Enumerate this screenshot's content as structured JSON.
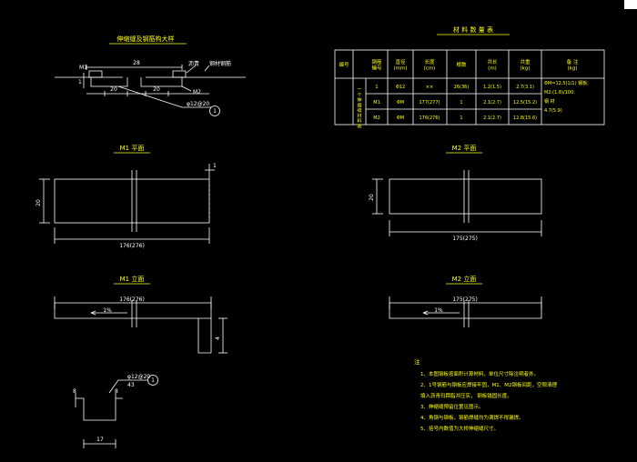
{
  "colors": {
    "background": "#000000",
    "line": "#ffffff",
    "title": "#ffff00",
    "accent": "#00ffff"
  },
  "detail": {
    "title": "伸缩缝及钢筋构大样",
    "labels": {
      "m1": "M1",
      "m2": "M2",
      "dim_top": "28",
      "dim_left": "20",
      "dim_right": "20",
      "dim_side": "1",
      "note1": "沥青",
      "note2": "钢材钢筋",
      "rebar": "φ12@20",
      "callout": "1"
    }
  },
  "table": {
    "title": "材 料 数 量 表",
    "headers": [
      "编号",
      "钢筋\n编号",
      "直径\n(mm)",
      "长度\n(cm)",
      "根数",
      "共长\n(m)",
      "共重\n(kg)",
      "备 注\n(kg)"
    ],
    "side_label": "一\n个\n伸\n缩\n缝\n材\n料\n表",
    "rows": [
      [
        "1",
        "Φ12",
        "××",
        "26(36)",
        "1.2(1.5)",
        "2.7(3.1)"
      ],
      [
        "M1",
        "ΦM",
        "177(277)",
        "1",
        "2.1(2.7)",
        "12.5(15.2)"
      ],
      [
        "M2",
        "ΦM",
        "176(276)",
        "1",
        "2.1(2.7)",
        "12.8(15.6)"
      ]
    ],
    "remarks": [
      "ΦM=12.5(1/1) 钢板;",
      "M2:(1.8)/100:",
      "钢 材",
      "4.7(5.9)"
    ]
  },
  "m1_plan": {
    "title": "M1 平面",
    "length": "176(276)",
    "width": "20",
    "side": "1"
  },
  "m2_plan": {
    "title": "M2 平面",
    "length": "175(275)",
    "width": "20"
  },
  "m1_elev": {
    "title": "M1 立面",
    "length": "176(276)",
    "slope": "1%",
    "height": "4"
  },
  "m2_elev": {
    "title": "M2 立面",
    "length": "175(275)",
    "slope": "1%"
  },
  "bar": {
    "label": "φ12@20",
    "length": "43",
    "callout": "1",
    "dim_a": "8",
    "dim_b": "8",
    "dim_bottom": "17"
  },
  "notes": {
    "title": "注",
    "items": [
      "1、本图钢板按面积计算材料，单位尺寸除注明者外。",
      "2、1号钢筋与钢板应焊接牢固，M1、M2钢板间距，空隙清理",
      "   填入沥青玛蹄脂并压实，    钢板锚固长度。",
      "3、伸缩缝预留位置见图示。",
      "4、角钢与钢板，钢筋焊缝均为满焊不得漏焊。",
      "5、括号内数值为大桥伸缩缝尺寸。"
    ]
  }
}
